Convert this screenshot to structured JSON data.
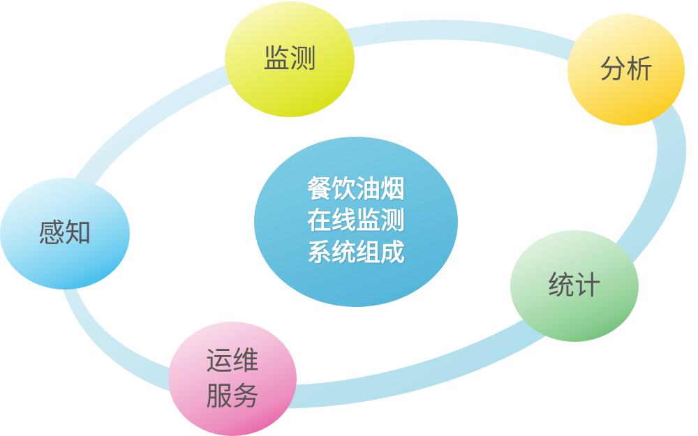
{
  "diagram": {
    "title_lines": [
      "餐饮油烟",
      "在线监测",
      "系统组成"
    ],
    "colors": {
      "ring": "#a9dbea",
      "center": "#5dbbdc",
      "monitor": "#e2e83a",
      "analyze": "#fbd43f",
      "sense": "#6cccf0",
      "ops": "#ec8dbd",
      "stats": "#8fd095",
      "node_text": "#555555",
      "center_text": "#ffffff"
    },
    "nodes": [
      {
        "id": "monitor",
        "lines": [
          "监测"
        ]
      },
      {
        "id": "analyze",
        "lines": [
          "分析"
        ]
      },
      {
        "id": "stats",
        "lines": [
          "统计"
        ]
      },
      {
        "id": "ops",
        "lines": [
          "运维",
          "服务"
        ]
      },
      {
        "id": "sense",
        "lines": [
          "感知"
        ]
      }
    ]
  }
}
